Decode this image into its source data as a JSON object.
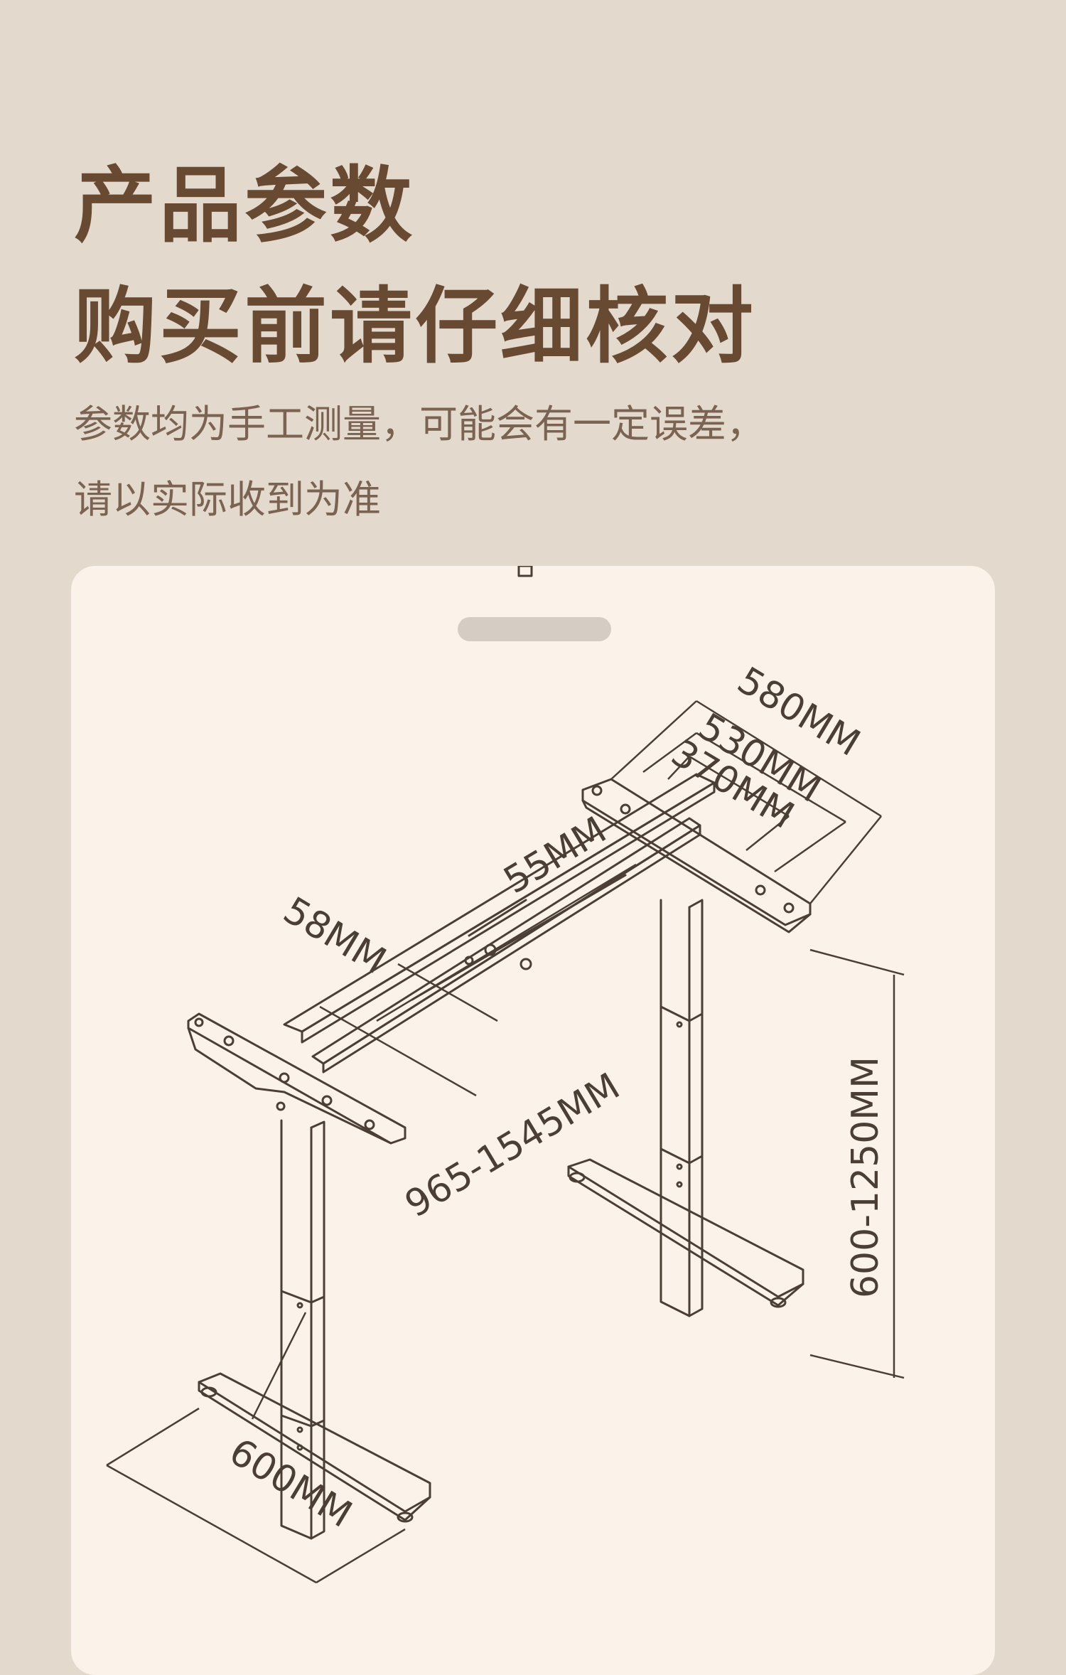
{
  "header": {
    "title_line1": "产品参数",
    "title_line2": "购买前请仔细核对",
    "note_line1": "参数均为手工测量，可能会有一定误差，",
    "note_line2": "请以实际收到为准"
  },
  "dimensions": {
    "width_outer": "580MM",
    "width_mid": "530MM",
    "width_inner": "370MM",
    "beam_width": "55MM",
    "beam_height": "58MM",
    "length_range": "965-1545MM",
    "height_range": "600-1250MM",
    "foot_length": "600MM"
  },
  "colors": {
    "background": "#e4d9cd",
    "card": "#fbf3e9",
    "title": "#684a32",
    "line": "#4b3e34"
  }
}
